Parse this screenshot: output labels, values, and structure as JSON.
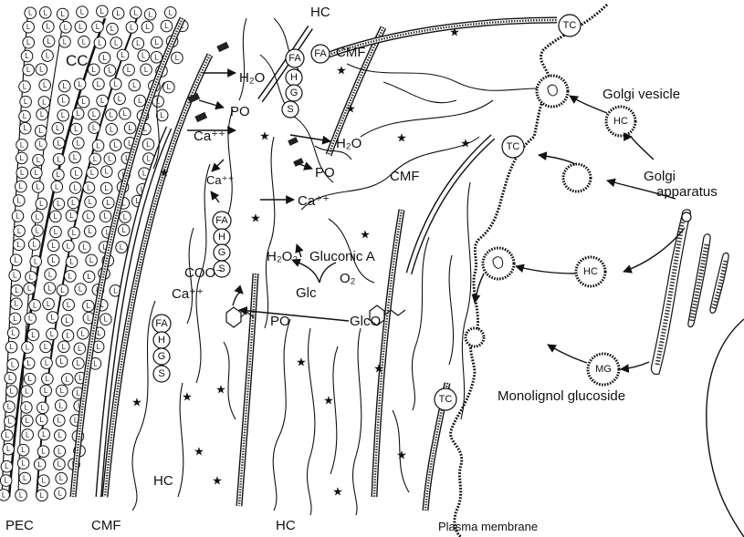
{
  "figure": {
    "labels": {
      "pec": "PEC",
      "cc": "CC",
      "cmf_bottom": "CMF",
      "cmf_top": "CMF",
      "cmf_mid": "CMF",
      "hc_top": "HC",
      "hc_bottom_left": "HC",
      "hc_bottom_center": "HC",
      "h2o_1": "H₂O",
      "h2o_2": "H₂O",
      "po_1": "PO",
      "po_2": "PO",
      "po_3": "PO",
      "ca_1": "Ca⁺⁺",
      "ca_2": "Ca⁺⁺",
      "ca_3": "Ca⁺⁺",
      "ca_4": "Ca⁺⁺",
      "coo": "COO⁻",
      "h2o2": "H₂O₂",
      "gluconic": "Gluconic A",
      "o2": "O₂",
      "glc": "Glc",
      "glco": "GlcO",
      "golgi_vesicle": "Golgi vesicle",
      "golgi_apparatus_1": "Golgi",
      "golgi_apparatus_2": "apparatus",
      "monolignol": "Monolignol glucoside",
      "plasma_membrane": "Plasma membrane"
    },
    "circles": {
      "fa": "FA",
      "h": "H",
      "g": "G",
      "s": "S",
      "tc": "TC",
      "hc": "HC",
      "mg": "MG",
      "l": "L"
    }
  }
}
